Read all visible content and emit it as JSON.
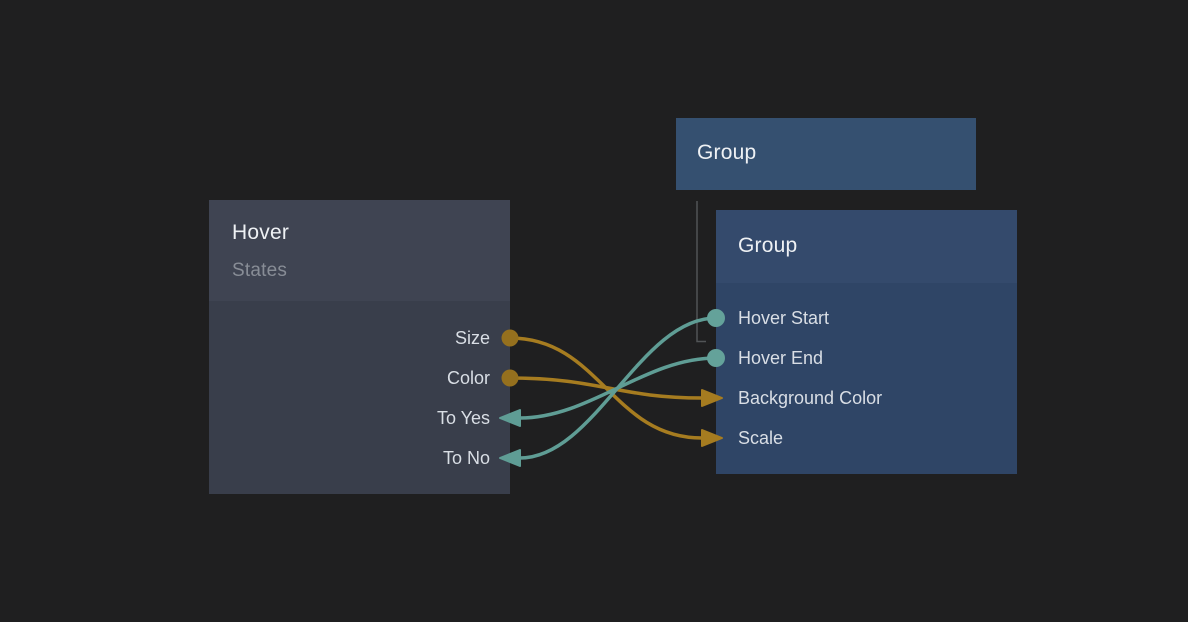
{
  "palette": {
    "canvas_background": "#1f1f20",
    "gold_wire": "#a67c20",
    "gold_port": "#95701e",
    "teal_wire": "#5f9d95",
    "teal_port": "#64a29a",
    "hierarchy_line": "#515456",
    "group_top_header": "#355070",
    "group_main_header": "#344a6c",
    "group_main_body": "#2f4566",
    "hover_header": "#3f4452",
    "hover_body": "#393e4b"
  },
  "nodes": {
    "group_top": {
      "title": "Group"
    },
    "group_main": {
      "title": "Group",
      "ports": [
        {
          "label": "Hover Start",
          "side": "left",
          "kind": "output",
          "color": "teal"
        },
        {
          "label": "Hover End",
          "side": "left",
          "kind": "output",
          "color": "teal"
        },
        {
          "label": "Background Color",
          "side": "left",
          "kind": "input",
          "color": "gold"
        },
        {
          "label": "Scale",
          "side": "left",
          "kind": "input",
          "color": "gold"
        }
      ]
    },
    "hover": {
      "title": "Hover",
      "subtitle": "States",
      "ports": [
        {
          "label": "Size",
          "side": "right",
          "kind": "output",
          "color": "gold"
        },
        {
          "label": "Color",
          "side": "right",
          "kind": "output",
          "color": "gold"
        },
        {
          "label": "To Yes",
          "side": "right",
          "kind": "input",
          "color": "teal"
        },
        {
          "label": "To No",
          "side": "right",
          "kind": "input",
          "color": "teal"
        }
      ]
    }
  },
  "connections": [
    {
      "from": "Hover.Size",
      "to": "Group.Scale",
      "color": "gold"
    },
    {
      "from": "Hover.Color",
      "to": "Group.Background Color",
      "color": "gold"
    },
    {
      "from": "Group.Hover Start",
      "to": "Hover.To No",
      "color": "teal"
    },
    {
      "from": "Group.Hover End",
      "to": "Hover.To Yes",
      "color": "teal"
    },
    {
      "from": "Group (top node)",
      "to": "Group",
      "color": "gray",
      "style": "elbow"
    }
  ]
}
